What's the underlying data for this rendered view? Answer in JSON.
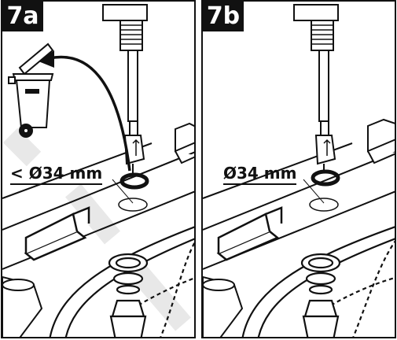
{
  "panels": [
    {
      "id": "7a",
      "label": "7a",
      "dimension": "< Ø34 mm"
    },
    {
      "id": "7b",
      "label": "7b",
      "dimension": "Ø34 mm"
    }
  ],
  "colors": {
    "line": "#111111",
    "background": "#ffffff",
    "watermark": "#e6e6e6"
  },
  "icons": {
    "bin": "trash-bin-icon",
    "arrow": "curved-arrow-icon"
  }
}
